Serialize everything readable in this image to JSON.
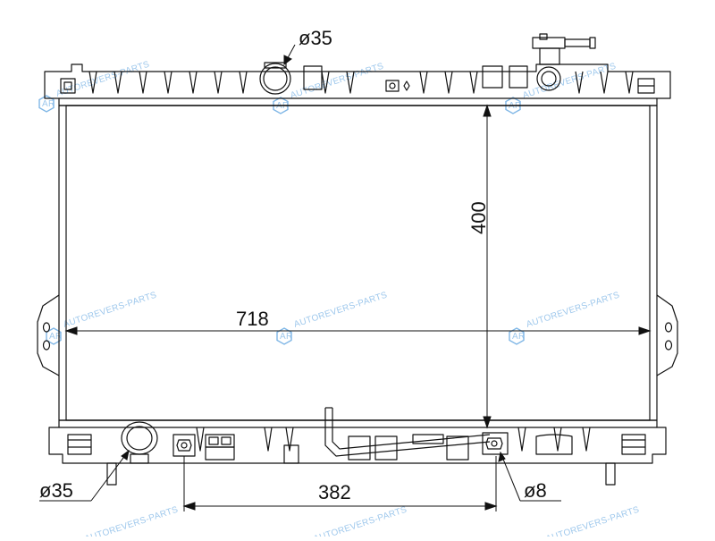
{
  "dimensions": {
    "width": "718",
    "height": "400",
    "top_inlet": "ø35",
    "bottom_outlet": "ø35",
    "drain_fitting": "ø8",
    "pipe_spacing": "382"
  },
  "watermark": {
    "text": "AUTOREVERS-PARTS",
    "logo_letters": "AR",
    "color": "#7fb6e6"
  },
  "colors": {
    "line": "#111111",
    "background": "#ffffff"
  }
}
